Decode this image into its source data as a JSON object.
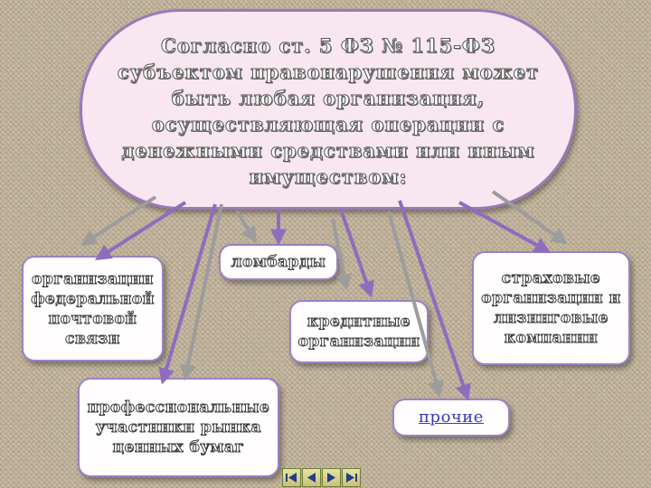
{
  "main_statement": "Согласно ст. 5 ФЗ № 115-ФЗ субъектом правонарушения может быть любая организация, осуществляющая операции с денежными средствами или иным имуществом:",
  "boxes": {
    "postal": "организации федеральной почтовой связи",
    "pawnshops": "ломбарды",
    "credit": "кредитные организации",
    "insurance": "страховые организации и лизинговые компании",
    "securities": "профессиональные участники рынка ценных бумаг",
    "other": "прочие"
  },
  "navigation": {
    "buttons": [
      "first-slide-icon",
      "previous-slide-icon",
      "next-slide-icon",
      "last-slide-icon"
    ]
  },
  "colors": {
    "background": "#c4b59c",
    "bubble_fill": "#f8e6f0",
    "border_purple": "#9a79b8",
    "arrow_purple": "#8e6cbe",
    "arrow_gray": "#9c9c9c",
    "link_blue": "#3a3ab2"
  }
}
